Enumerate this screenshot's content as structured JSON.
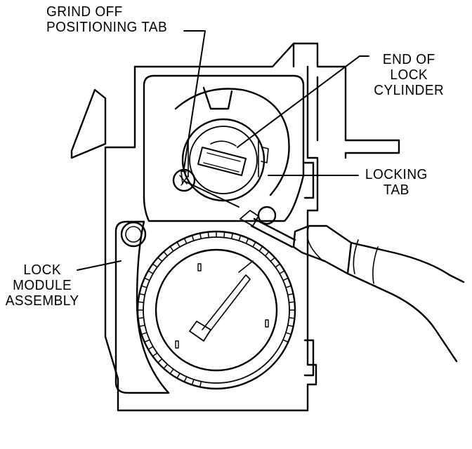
{
  "labels": {
    "grind_off": [
      "GRIND  OFF",
      "POSITIONING   TAB"
    ],
    "end_of_lock": [
      "END OF",
      "LOCK",
      "CYLINDER"
    ],
    "locking_tab": [
      "LOCKING",
      "TAB"
    ],
    "lock_module": [
      "LOCK",
      "MODULE",
      "ASSEMBLY"
    ]
  }
}
